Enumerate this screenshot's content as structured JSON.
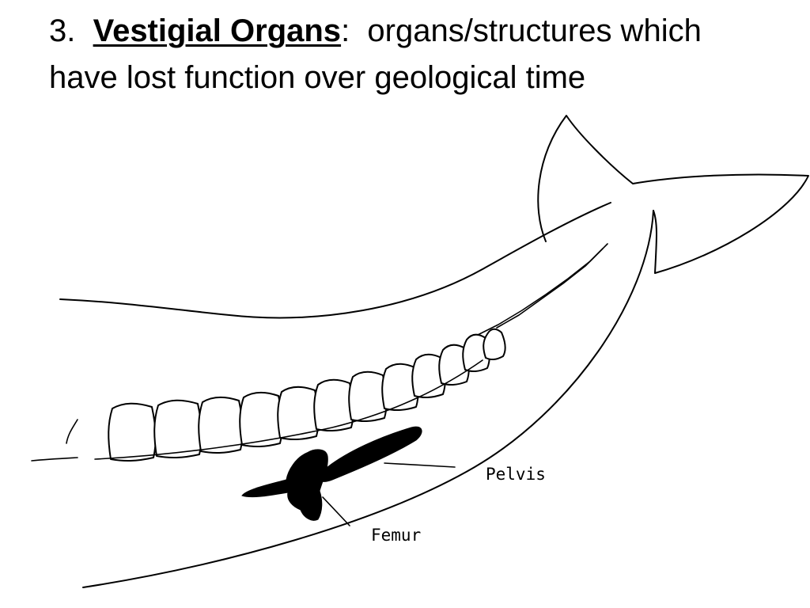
{
  "title": {
    "number": "3.",
    "term": "Vestigial Organs",
    "colon": ":",
    "definition": "organs/structures which have lost function over geological time"
  },
  "diagram": {
    "labels": {
      "pelvis": "Pelvis",
      "femur": "Femur"
    }
  }
}
